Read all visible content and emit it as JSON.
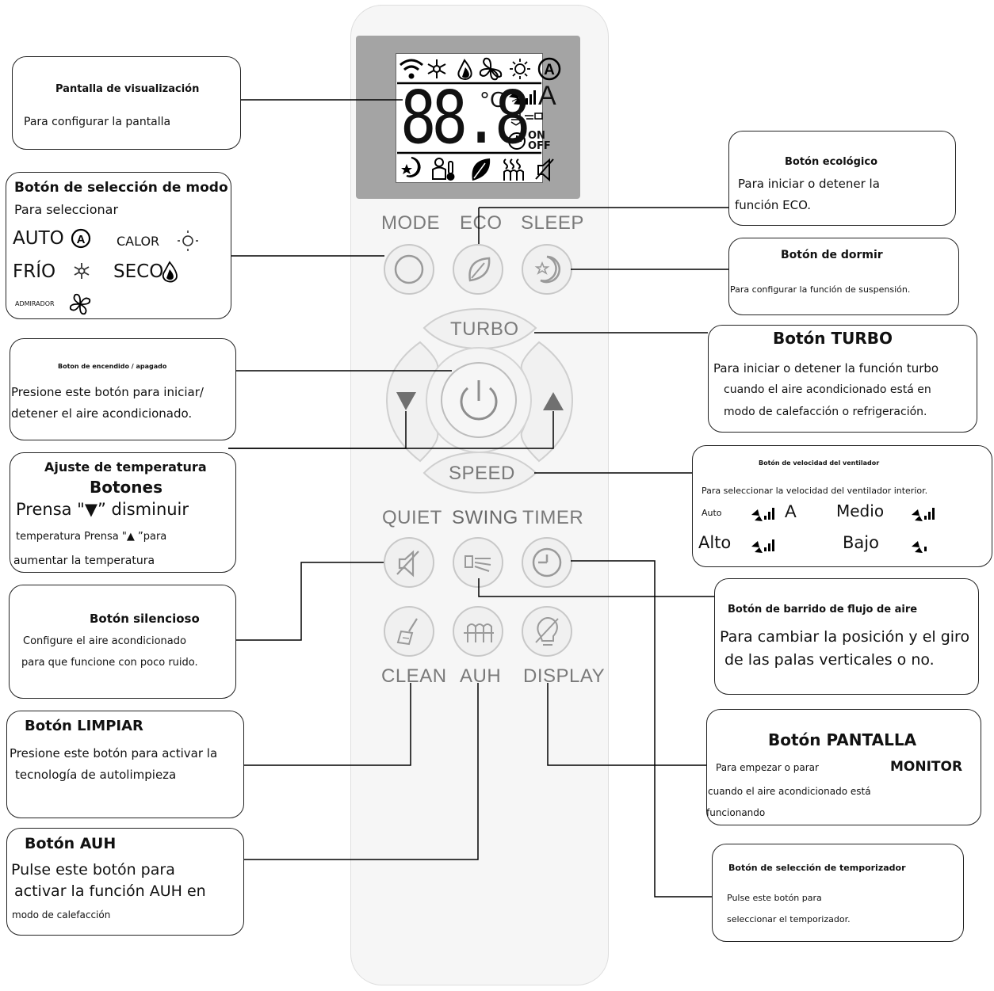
{
  "remote": {
    "lcd": {
      "digits": "88.8",
      "unit": "°C",
      "auto_letter": "A",
      "on": "ON",
      "off": "OFF"
    },
    "buttons": {
      "mode": "MODE",
      "eco": "ECO",
      "sleep": "SLEEP",
      "turbo": "TURBO",
      "speed": "SPEED",
      "quiet": "QUIET",
      "swing": "SWING",
      "timer": "TIMER",
      "clean": "CLEAN",
      "auh": "AUH",
      "display": "DISPLAY"
    }
  },
  "callouts": {
    "display_screen": {
      "title": "Pantalla de visualización",
      "desc": "Para configurar la pantalla"
    },
    "mode_select": {
      "title": "Botón de selección de modo",
      "desc": "Para seleccionar",
      "auto": "AUTO",
      "calor": "CALOR",
      "frio": "FRÍO",
      "seco": "SECO",
      "admirador": "ADMIRADOR"
    },
    "power": {
      "title": "Boton de encendido / apagado",
      "line1": "Presione este botón para iniciar/",
      "line2": "detener el aire acondicionado."
    },
    "temperature": {
      "title1": "Ajuste de temperatura",
      "title2": "Botones",
      "line1": "Prensa \"▼” disminuir",
      "line2": "temperatura Prensa \"▲ ”para",
      "line3": "aumentar la temperatura"
    },
    "quiet": {
      "title": "Botón silencioso",
      "line1": "Configure el aire acondicionado",
      "line2": "para que funcione con poco ruido."
    },
    "clean": {
      "title": "Botón LIMPIAR",
      "line1": "Presione este botón para activar la",
      "line2": "tecnología de autolimpieza"
    },
    "auh": {
      "title": "Botón AUH",
      "line1": "Pulse este botón para",
      "line2": "activar la función AUH en",
      "line3": "modo de calefacción"
    },
    "eco": {
      "title": "Botón ecológico",
      "line1": "Para iniciar o detener la",
      "line2": "función ECO."
    },
    "sleep": {
      "title": "Botón de dormir",
      "desc": "Para configurar la función de suspensión."
    },
    "turbo": {
      "title": "Botón TURBO",
      "line1": "Para iniciar o detener la función turbo",
      "line2": "cuando el aire acondicionado está en",
      "line3": "modo de calefacción o refrigeración."
    },
    "fan_speed": {
      "title": "Botón de velocidad del ventilador",
      "desc": "Para seleccionar la velocidad del ventilador interior.",
      "auto": "Auto",
      "medio": "Medio",
      "alto": "Alto",
      "bajo": "Bajo",
      "auto_letter": "A"
    },
    "swing": {
      "title": "Botón de barrido de flujo de aire",
      "line1": "Para cambiar la posición y el giro",
      "line2": "de las palas verticales o no."
    },
    "display_btn": {
      "title": "Botón PANTALLA",
      "line1": "Para empezar o parar",
      "monitor": "MONITOR",
      "line2": "cuando el aire acondicionado está",
      "line3": "funcionando"
    },
    "timer": {
      "title": "Botón de selección de temporizador",
      "line1": "Pulse este botón para",
      "line2": "seleccionar el temporizador."
    }
  }
}
